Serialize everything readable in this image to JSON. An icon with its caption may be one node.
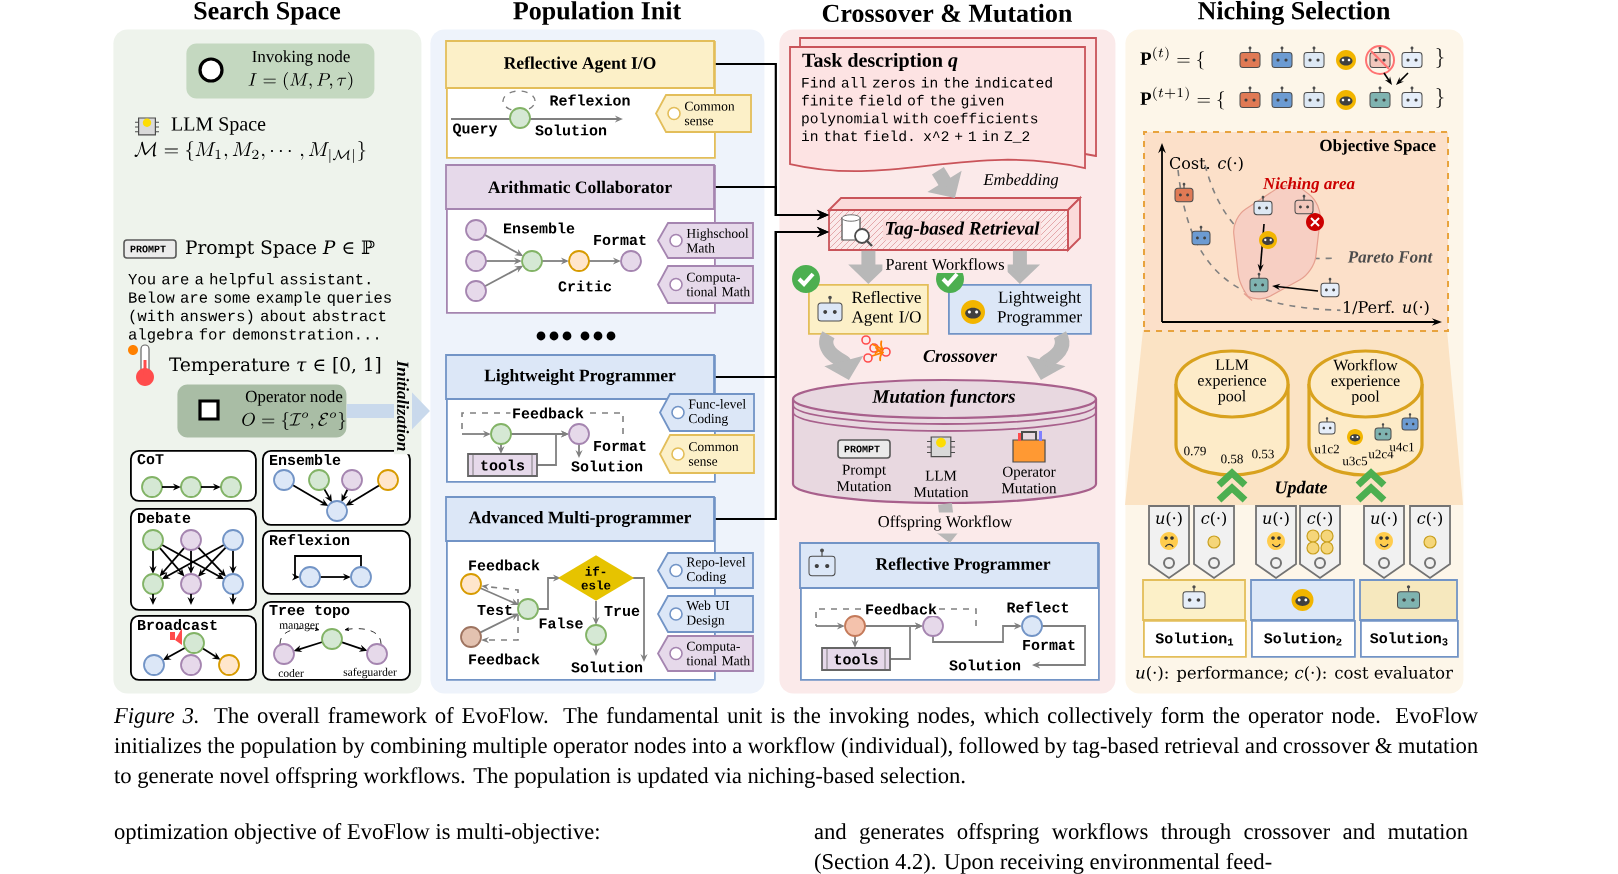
{
  "diagram": {
    "caption": "*Figure 3.* The overall framework of EvoFlow. The fundamental unit is the invoking nodes, which collectively form the operator node. EvoFlow initializes the population by combining multiple operator nodes into a workflow (individual), followed by tag-based retrieval and crossover & mutation to generate novel offspring workflows. The population is updated via niching-based selection.",
    "nodes": [
      {
        "text": [
          "Search Space",
          "LLM Space",
          "\\mathcal{M} = \\{M_1, M_2, \\cdots, M_{|\\mathcal{M}|}\\}",
          "Prompt Space *P* ∈ ℙ",
          "You are a helpful assistant. Below are some example queries (with answers) about abstract algebra for demonstration...",
          "Temperature *τ* ∈ [0, 1]"
        ]
      },
      {
        "text": [
          "Invoking node",
          "I = (M, P, \\tau)"
        ],
        "in": 0
      },
      {
        "text": [
          "Operator node",
          "O = \\{\\mathcal{I}^o, \\mathcal{E}^o\\}"
        ],
        "in": 0
      },
      {
        "text": [
          "CoT"
        ],
        "in": 0
      },
      {
        "text": [
          "Ensemble"
        ],
        "in": 0
      },
      {
        "text": [
          "Debate"
        ],
        "in": 0
      },
      {
        "text": [
          "Reflexion"
        ],
        "in": 0
      },
      {
        "text": [
          "Broadcast"
        ],
        "in": 0
      },
      {
        "text": [
          "Tree topo",
          "manager",
          "coder",
          "safeguarder"
        ],
        "in": 0
      },
      {
        "text": [
          "Population Init"
        ]
      },
      {
        "text": [
          "Reflective Agent I/O",
          "Reflexion",
          "Query",
          "Solution"
        ],
        "in": 9
      },
      {
        "text": [
          "Common sense"
        ],
        "in": 9
      },
      {
        "text": [
          "Arithmatic Collaborator",
          "Ensemble",
          "Format",
          "Critic"
        ],
        "in": 9
      },
      {
        "text": [
          "Highschool Math"
        ],
        "in": 9
      },
      {
        "text": [
          "Computa-tional Math"
        ],
        "in": 9
      },
      {
        "text": [
          "Lightweight Programmer",
          "Feedback",
          "tools",
          "Format",
          "Solution"
        ],
        "in": 9
      },
      {
        "text": [
          "Func-level Coding"
        ],
        "in": 9
      },
      {
        "text": [
          "Common sense"
        ],
        "in": 9
      },
      {
        "text": [
          "Advanced Multi-programmer",
          "Feedback",
          "Test",
          "Feedback",
          "False",
          "True",
          "Solution"
        ],
        "in": 9
      },
      {
        "text": [
          "if-esle"
        ],
        "in": 18
      },
      {
        "text": [
          "Repo-level Coding"
        ],
        "in": 9
      },
      {
        "text": [
          "Web UI Design"
        ],
        "in": 9
      },
      {
        "text": [
          "Computa-tional Math"
        ],
        "in": 9
      },
      {
        "text": [
          "Crossover & Mutation"
        ]
      },
      {
        "text": [
          "Task description *q*",
          "Find all zeros in the indicated finite field of the given polynomial with coefficients in that field. x^2 + 1 in Z_2"
        ],
        "in": 23
      },
      {
        "text": [
          "Tag-based Retrieval"
        ],
        "in": 23
      },
      {
        "text": [
          "Reflective Agent I/O"
        ],
        "in": 23
      },
      {
        "text": [
          "Lightweight Programmer"
        ],
        "in": 23
      },
      {
        "text": [
          "Mutation functors",
          "Prompt Mutation",
          "LLM Mutation",
          "Operator Mutation"
        ],
        "in": 23
      },
      {
        "text": [
          "Reflective Programmer",
          "Feedback",
          "tools",
          "Reflect",
          "Format",
          "Solution"
        ],
        "in": 23
      },
      {
        "text": [
          "Niching Selection",
          "\\mathbf{P}^{(t)} = \\{",
          "\\}",
          "\\mathbf{P}^{(t+1)} = \\{",
          "\\}",
          "*u*(·): performance;  *c*(·): cost evaluator"
        ]
      },
      {
        "text": [
          "Objective Space",
          "Cost. *c*(·)",
          "Niching area",
          "Pareto Font",
          "1/Perf. *u*(·)"
        ],
        "in": 30
      },
      {
        "text": [
          "LLM experience pool",
          "0.79",
          "0.58",
          "0.53"
        ],
        "in": 30
      },
      {
        "text": [
          "Workflow experience pool",
          "u1c2",
          "u3c5",
          "u2c4",
          "u4c1"
        ],
        "in": 30
      },
      {
        "text": [
          "*u*(·)"
        ],
        "in": 30
      },
      {
        "text": [
          "*c*(·)"
        ],
        "in": 30
      },
      {
        "text": [
          "*u*(·)"
        ],
        "in": 30
      },
      {
        "text": [
          "*c*(·)"
        ],
        "in": 30
      },
      {
        "text": [
          "*u*(·)"
        ],
        "in": 30
      },
      {
        "text": [
          "*c*(·)"
        ],
        "in": 30
      },
      {
        "text": [
          "Solution$_{1}$"
        ],
        "in": 30
      },
      {
        "text": [
          "Solution$_{2}$"
        ],
        "in": 30
      },
      {
        "text": [
          "Solution$_{3}$"
        ],
        "in": 30
      }
    ],
    "edges": [
      {
        "from": 2,
        "to": 9,
        "arrow": "to",
        "label": "Initialization",
        "color": "#c9d9ec"
      },
      {
        "from": 10,
        "to": 25,
        "arrow": "to",
        "color": "#000000"
      },
      {
        "from": 12,
        "to": 25,
        "arrow": "to",
        "color": "#000000"
      },
      {
        "from": 15,
        "to": 25,
        "arrow": "to",
        "color": "#000000"
      },
      {
        "from": 18,
        "to": 25,
        "arrow": "to",
        "color": "#000000"
      },
      {
        "from": 24,
        "to": 25,
        "arrow": "to",
        "label": "Embedding"
      },
      {
        "from": 25,
        "to": 26,
        "arrow": "to",
        "label": "Parent Workflows"
      },
      {
        "from": 25,
        "to": 27,
        "arrow": "to"
      },
      {
        "from": 26,
        "to": 28,
        "arrow": "to"
      },
      {
        "from": 27,
        "to": 28,
        "arrow": "to"
      },
      {
        "from": 28,
        "to": 29,
        "arrow": "to",
        "label": "Offspring Workflow"
      }
    ],
    "labels": [
      "PROMPT",
      "Crossover",
      "PROMPT",
      "Update",
      "optimization objective of EvoFlow is multi-objective:",
      "and generates offspring workflows through crossover and mutation (Section 4.2). Upon receiving environmental feed-"
    ]
  }
}
